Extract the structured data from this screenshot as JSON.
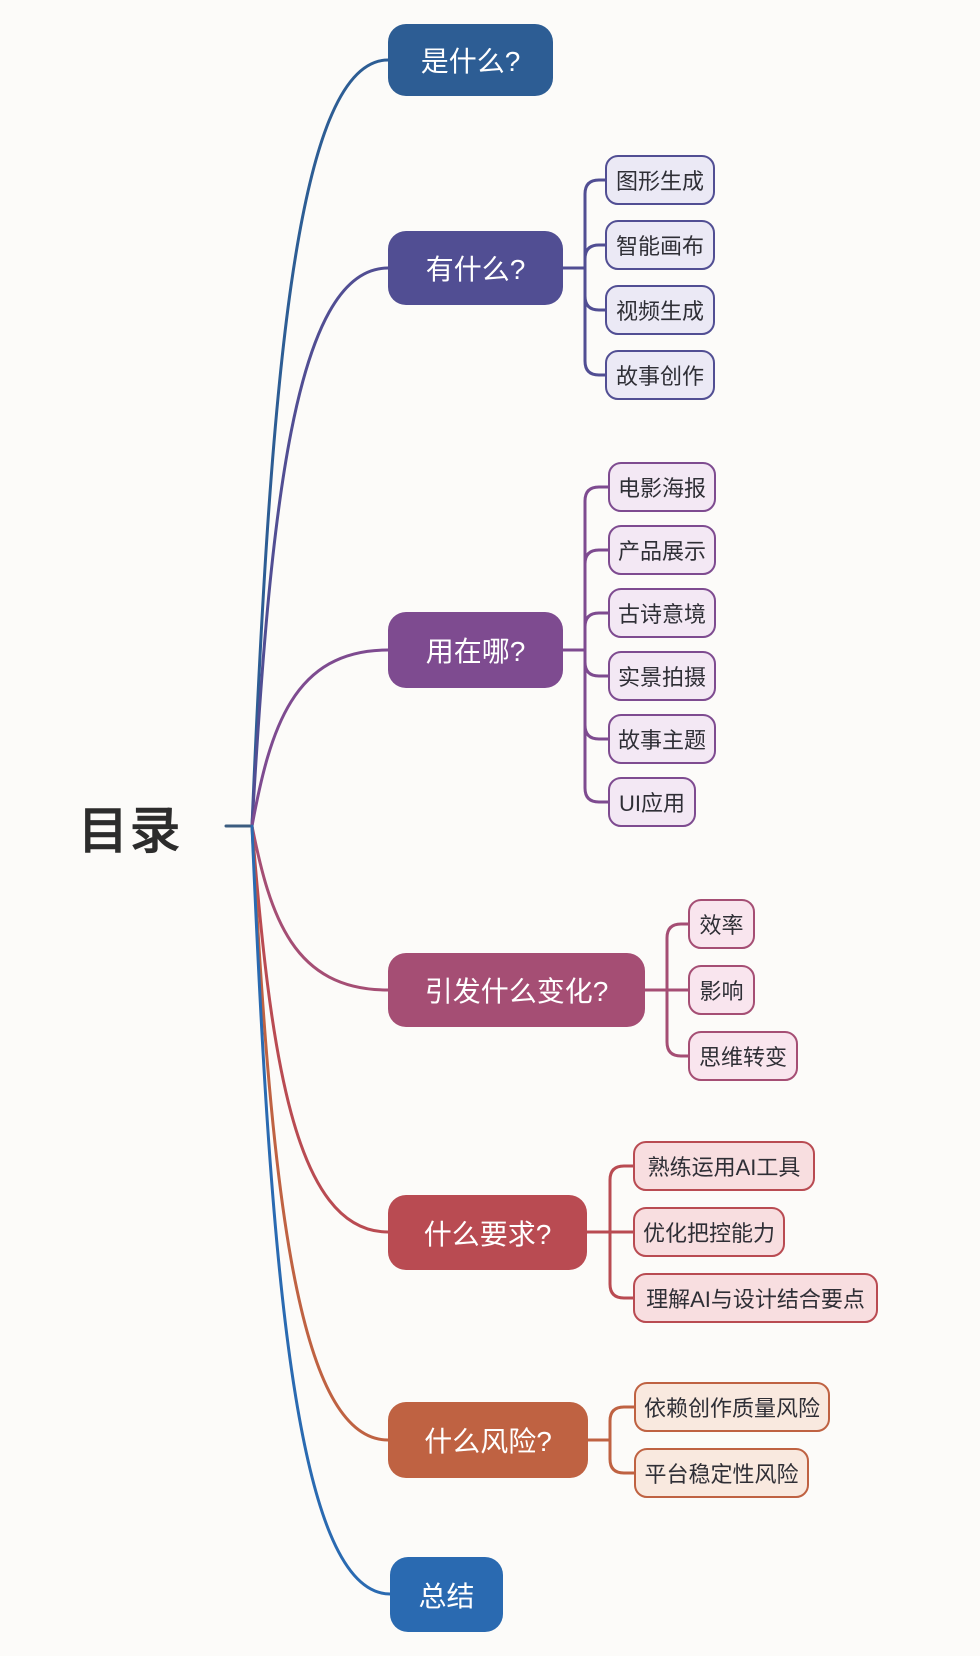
{
  "root": {
    "label": "目录"
  },
  "branches": [
    {
      "id": "what-is",
      "label": "是什么?",
      "color": "#2d5d94",
      "children": []
    },
    {
      "id": "what-has",
      "label": "有什么?",
      "color": "#514e93",
      "child_fill": "#ebe9f5",
      "children": [
        "图形生成",
        "智能画布",
        "视频生成",
        "故事创作"
      ]
    },
    {
      "id": "where-used",
      "label": "用在哪?",
      "color": "#7e4b90",
      "child_fill": "#f3e8f4",
      "children": [
        "电影海报",
        "产品展示",
        "古诗意境",
        "实景拍摄",
        "故事主题",
        "UI应用"
      ]
    },
    {
      "id": "what-changes",
      "label": "引发什么变化?",
      "color": "#a54e74",
      "child_fill": "#f9e5ee",
      "children": [
        "效率",
        "影响",
        "思维转变"
      ]
    },
    {
      "id": "requirements",
      "label": "什么要求?",
      "color": "#b94b52",
      "child_fill": "#f8dee0",
      "children": [
        "熟练运用AI工具",
        "优化把控能力",
        "理解AI与设计结合要点"
      ]
    },
    {
      "id": "risks",
      "label": "什么风险?",
      "color": "#bf6242",
      "child_fill": "#f9e9df",
      "children": [
        "依赖创作质量风险",
        "平台稳定性风险"
      ]
    },
    {
      "id": "summary",
      "label": "总结",
      "color": "#2a6ab1",
      "children": []
    }
  ]
}
